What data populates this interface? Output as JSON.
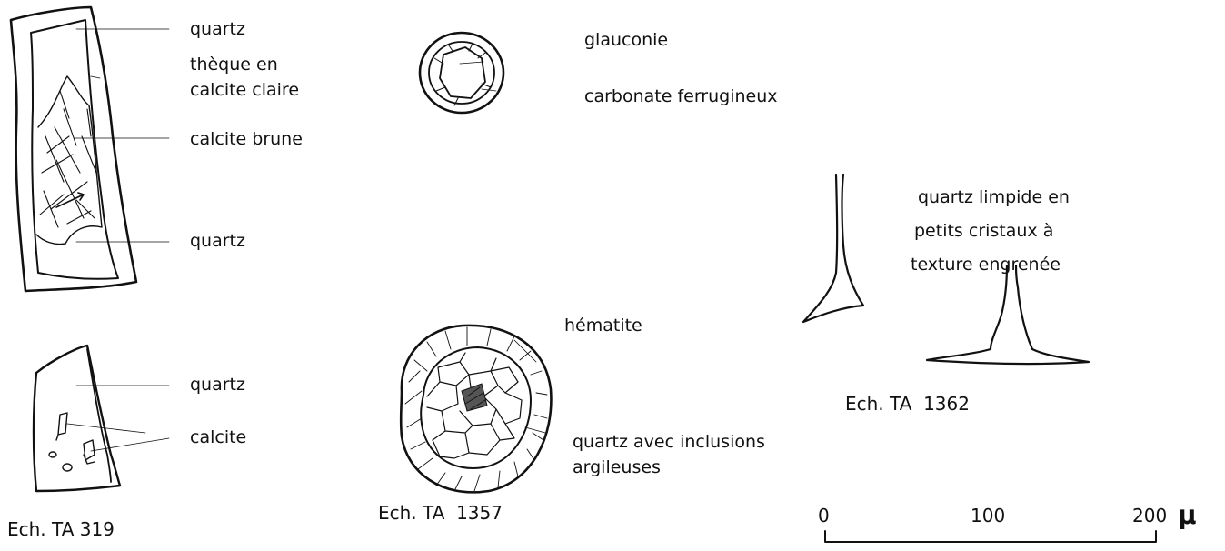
{
  "labels": {
    "quartz_top": "quartz",
    "theque_line1": "thèque en",
    "theque_line2": "calcite claire",
    "calcite_brune": "calcite brune",
    "quartz_mid": "quartz",
    "quartz_small": "quartz",
    "calcite_small": "calcite",
    "glauconie": "glauconie",
    "carbonate": "carbonate ferrugineux",
    "hematite": "hématite",
    "quartz_incl_line1": "quartz avec inclusions",
    "quartz_incl_line2": "argileuses",
    "limpide_line1": "quartz limpide en",
    "limpide_line2": "petits cristaux à",
    "limpide_line3": "texture engrenée"
  },
  "captions": {
    "ta319": "Ech. TA 319",
    "ta1357": "Ech. TA  1357",
    "ta1362": "Ech. TA  1362"
  },
  "scale_bar": {
    "tick_0": "0",
    "tick_100": "100",
    "tick_200": "200",
    "unit": "μ"
  },
  "colors": {
    "ink": "#111111",
    "background": "#ffffff"
  }
}
